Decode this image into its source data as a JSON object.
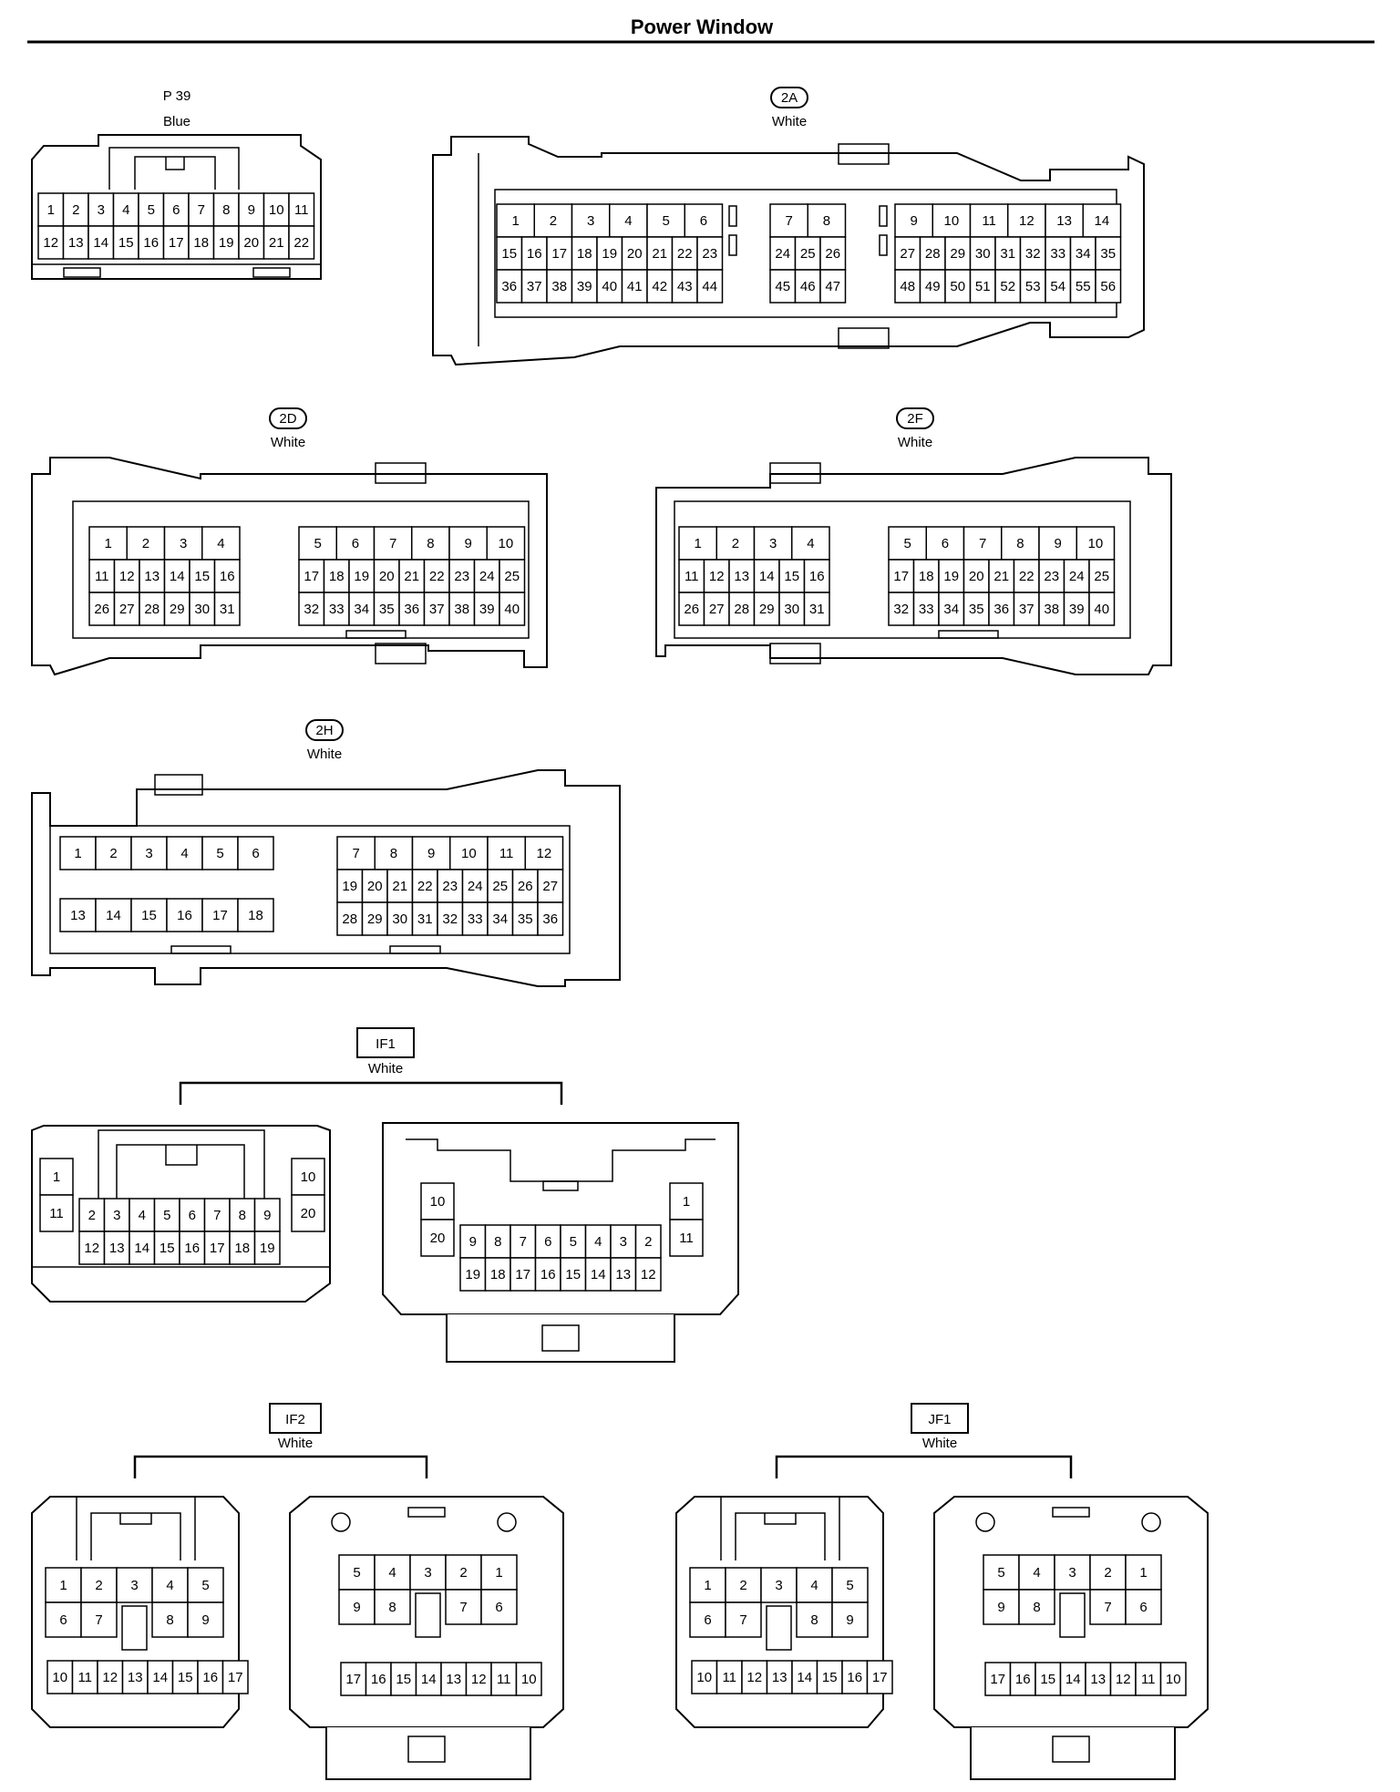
{
  "page_title": "Power Window",
  "connectors": {
    "p39": {
      "name": "P 39",
      "color": "Blue",
      "rows": [
        [
          "1",
          "2",
          "3",
          "4",
          "5",
          "6",
          "7",
          "8",
          "9",
          "10",
          "11"
        ],
        [
          "12",
          "13",
          "14",
          "15",
          "16",
          "17",
          "18",
          "19",
          "20",
          "21",
          "22"
        ]
      ]
    },
    "c2a": {
      "name": "2A",
      "color": "White",
      "groupA": [
        [
          "1",
          "2",
          "3",
          "4",
          "5",
          "6"
        ],
        [
          "15",
          "16",
          "17",
          "18",
          "19",
          "20",
          "21",
          "22",
          "23"
        ],
        [
          "36",
          "37",
          "38",
          "39",
          "40",
          "41",
          "42",
          "43",
          "44"
        ]
      ],
      "groupB": [
        [
          "7",
          "8"
        ],
        [
          "24",
          "25",
          "26"
        ],
        [
          "45",
          "46",
          "47"
        ]
      ],
      "groupC": [
        [
          "9",
          "10",
          "11",
          "12",
          "13",
          "14"
        ],
        [
          "27",
          "28",
          "29",
          "30",
          "31",
          "32",
          "33",
          "34",
          "35"
        ],
        [
          "48",
          "49",
          "50",
          "51",
          "52",
          "53",
          "54",
          "55",
          "56"
        ]
      ]
    },
    "c2d": {
      "name": "2D",
      "color": "White",
      "left": [
        [
          "1",
          "2",
          "3",
          "4"
        ],
        [
          "11",
          "12",
          "13",
          "14",
          "15",
          "16"
        ],
        [
          "26",
          "27",
          "28",
          "29",
          "30",
          "31"
        ]
      ],
      "right": [
        [
          "5",
          "6",
          "7",
          "8",
          "9",
          "10"
        ],
        [
          "17",
          "18",
          "19",
          "20",
          "21",
          "22",
          "23",
          "24",
          "25"
        ],
        [
          "32",
          "33",
          "34",
          "35",
          "36",
          "37",
          "38",
          "39",
          "40"
        ]
      ]
    },
    "c2f": {
      "name": "2F",
      "color": "White",
      "left": [
        [
          "1",
          "2",
          "3",
          "4"
        ],
        [
          "11",
          "12",
          "13",
          "14",
          "15",
          "16"
        ],
        [
          "26",
          "27",
          "28",
          "29",
          "30",
          "31"
        ]
      ],
      "right": [
        [
          "5",
          "6",
          "7",
          "8",
          "9",
          "10"
        ],
        [
          "17",
          "18",
          "19",
          "20",
          "21",
          "22",
          "23",
          "24",
          "25"
        ],
        [
          "32",
          "33",
          "34",
          "35",
          "36",
          "37",
          "38",
          "39",
          "40"
        ]
      ]
    },
    "c2h": {
      "name": "2H",
      "color": "White",
      "left": [
        [
          "1",
          "2",
          "3",
          "4",
          "5",
          "6"
        ],
        [
          "13",
          "14",
          "15",
          "16",
          "17",
          "18"
        ]
      ],
      "right": [
        [
          "7",
          "8",
          "9",
          "10",
          "11",
          "12"
        ],
        [
          "19",
          "20",
          "21",
          "22",
          "23",
          "24",
          "25",
          "26",
          "27"
        ],
        [
          "28",
          "29",
          "30",
          "31",
          "32",
          "33",
          "34",
          "35",
          "36"
        ]
      ]
    },
    "if1": {
      "name": "IF1",
      "color": "White",
      "male": {
        "leftTop": "1",
        "leftBottom": "11",
        "rightTop": "10",
        "rightBottom": "20",
        "row1": [
          "2",
          "3",
          "4",
          "5",
          "6",
          "7",
          "8",
          "9"
        ],
        "row2": [
          "12",
          "13",
          "14",
          "15",
          "16",
          "17",
          "18",
          "19"
        ]
      },
      "female": {
        "leftTop": "10",
        "leftBottom": "20",
        "rightTop": "1",
        "rightBottom": "11",
        "row1": [
          "9",
          "8",
          "7",
          "6",
          "5",
          "4",
          "3",
          "2"
        ],
        "row2": [
          "19",
          "18",
          "17",
          "16",
          "15",
          "14",
          "13",
          "12"
        ]
      }
    },
    "if2": {
      "name": "IF2",
      "color": "White",
      "male": {
        "row1": [
          "1",
          "2",
          "3",
          "4",
          "5"
        ],
        "row2left": [
          "6",
          "7"
        ],
        "row2right": [
          "8",
          "9"
        ],
        "row3": [
          "10",
          "11",
          "12",
          "13",
          "14",
          "15",
          "16",
          "17"
        ]
      },
      "female": {
        "row1": [
          "5",
          "4",
          "3",
          "2",
          "1"
        ],
        "row2left": [
          "9",
          "8"
        ],
        "row2right": [
          "7",
          "6"
        ],
        "row3": [
          "17",
          "16",
          "15",
          "14",
          "13",
          "12",
          "11",
          "10"
        ]
      }
    },
    "jf1": {
      "name": "JF1",
      "color": "White",
      "male": {
        "row1": [
          "1",
          "2",
          "3",
          "4",
          "5"
        ],
        "row2left": [
          "6",
          "7"
        ],
        "row2right": [
          "8",
          "9"
        ],
        "row3": [
          "10",
          "11",
          "12",
          "13",
          "14",
          "15",
          "16",
          "17"
        ]
      },
      "female": {
        "row1": [
          "5",
          "4",
          "3",
          "2",
          "1"
        ],
        "row2left": [
          "9",
          "8"
        ],
        "row2right": [
          "7",
          "6"
        ],
        "row3": [
          "17",
          "16",
          "15",
          "14",
          "13",
          "12",
          "11",
          "10"
        ]
      }
    }
  }
}
